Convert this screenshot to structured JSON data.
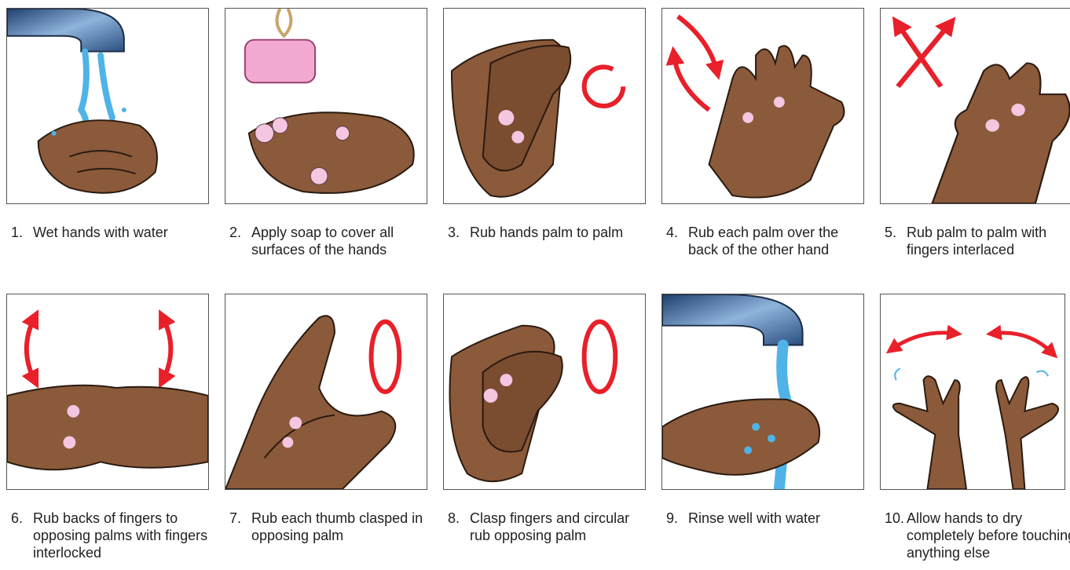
{
  "colors": {
    "skin": "#8a5a3a",
    "skin_outline": "#2a1a10",
    "nail": "#d9d9d9",
    "water": "#4fb3e8",
    "foam": "#f4c6e0",
    "soap": "#f2a9d2",
    "rope": "#c9a56b",
    "arrow": "#e8202a",
    "faucet": "#3a5f8f"
  },
  "steps": [
    {
      "num": "1.",
      "text": "Wet hands with water",
      "icon": "faucet-water-hands-icon"
    },
    {
      "num": "2.",
      "text": "Apply soap to cover all surfaces of the hands",
      "icon": "soap-hands-icon"
    },
    {
      "num": "3.",
      "text": "Rub hands palm to palm",
      "icon": "palm-to-palm-icon"
    },
    {
      "num": "4.",
      "text": "Rub each palm over the back of the other hand",
      "icon": "palm-over-back-icon"
    },
    {
      "num": "5.",
      "text": "Rub palm to palm with fingers interlaced",
      "icon": "fingers-interlaced-icon"
    },
    {
      "num": "6.",
      "text": "Rub backs of fingers to opposing palms with fingers interlocked",
      "icon": "fingers-interlocked-icon"
    },
    {
      "num": "7.",
      "text": "Rub each thumb clasped in opposing palm",
      "icon": "thumb-clasp-icon"
    },
    {
      "num": "8.",
      "text": "Clasp fingers and circular rub opposing palm",
      "icon": "fingertips-circular-icon"
    },
    {
      "num": "9.",
      "text": "Rinse well with water",
      "icon": "rinse-hands-icon"
    },
    {
      "num": "10.",
      "text": "Allow hands to dry completely before touching anything else",
      "icon": "dry-hands-icon"
    }
  ]
}
